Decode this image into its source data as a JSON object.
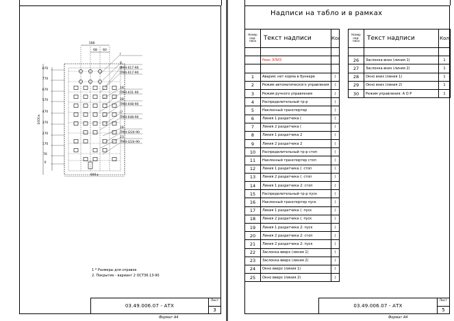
{
  "left_sheet": {
    "drawing": {
      "dim_top": [
        "168",
        "68",
        "60"
      ],
      "dim_left": [
        "670",
        "770",
        "670",
        "570",
        "470",
        "370",
        "270",
        "170",
        "76",
        "0"
      ],
      "dim_height": "1000±",
      "dim_width": "600±",
      "callouts": [
        {
          "mark": "I",
          "label": ""
        },
        {
          "mark": "8",
          "label": ""
        },
        {
          "mark": "9",
          "label": "ПМ4-II17-90"
        },
        {
          "mark": "",
          "label": "ПМ4-II17-90"
        },
        {
          "mark": "18",
          "label": ""
        },
        {
          "mark": "",
          "label": "ПМ4-II31-90"
        },
        {
          "mark": "28",
          "label": ""
        },
        {
          "mark": "",
          "label": "ПМ4-II48-90"
        },
        {
          "mark": "I7",
          "label": ""
        },
        {
          "mark": "",
          "label": "ПМ4-II48-90"
        },
        {
          "mark": "18",
          "label": ""
        },
        {
          "mark": "",
          "label": "ПМ4-I224-90"
        },
        {
          "mark": "23",
          "label": ""
        },
        {
          "mark": "",
          "label": "ПМ4-I224-90"
        }
      ]
    },
    "notes": [
      "1 * Размеры для справок",
      "2. Покрытие - вариант 2 ОСТ36.13-90"
    ],
    "title_block": {
      "code": "03.49.006.07 - АТХ",
      "sheet_label": "Лист",
      "sheet_num": "3"
    },
    "format": "Формат А4"
  },
  "right_sheet": {
    "title": "Надписи на табло и в рамках",
    "headers": {
      "num": "Номер над- писи",
      "text": "Текст надписи",
      "qty": "Кол"
    },
    "left_rows": [
      {
        "num": "",
        "text": "",
        "qty": "",
        "red": false
      },
      {
        "num": "",
        "text": "Рвен ЭЛИЗ",
        "qty": "",
        "red": true
      },
      {
        "num": "",
        "text": "",
        "qty": "",
        "red": false
      },
      {
        "num": "1",
        "text": "Авария: нет корма в бункере",
        "qty": "(",
        "red": false
      },
      {
        "num": "2",
        "text": "Режим автоматического управления",
        "qty": "(",
        "red": false
      },
      {
        "num": "3",
        "text": "Режим ручного управления",
        "qty": "(",
        "red": false
      },
      {
        "num": "4",
        "text": "Распределительный тр-р",
        "qty": "(",
        "red": false
      },
      {
        "num": "5",
        "text": "Наклонный транспортер",
        "qty": "(",
        "red": false
      },
      {
        "num": "6",
        "text": "Линия 1 раздатчика (",
        "qty": "(",
        "red": false
      },
      {
        "num": "7",
        "text": "Линия 2 раздатчика (",
        "qty": "(",
        "red": false
      },
      {
        "num": "8",
        "text": "Линия 1 раздатчика 2",
        "qty": "(",
        "red": false
      },
      {
        "num": "9",
        "text": "Линия 2 раздатчика 2",
        "qty": "(",
        "red": false
      },
      {
        "num": "10",
        "text": "Распределительный тр-р стоп",
        "qty": "(",
        "red": false
      },
      {
        "num": "11",
        "text": "Наклонный транспортер стоп",
        "qty": "(",
        "red": false
      },
      {
        "num": "12",
        "text": "Линия 1 раздатчика (: стоп",
        "qty": "(",
        "red": false
      },
      {
        "num": "13",
        "text": "Линия 2 раздатчика (: стоп",
        "qty": "(",
        "red": false
      },
      {
        "num": "14",
        "text": "Линия 1 раздатчика 2: стоп",
        "qty": "(",
        "red": false
      },
      {
        "num": "15",
        "text": "Распределительный тр-р пуск",
        "qty": "(",
        "red": false
      },
      {
        "num": "16",
        "text": "Наклонный транспортер пуск",
        "qty": "(",
        "red": false
      },
      {
        "num": "17",
        "text": "Линия 1 раздатчика (: пуск",
        "qty": "(",
        "red": false
      },
      {
        "num": "18",
        "text": "Линия 2 раздатчика (: пуск",
        "qty": "(",
        "red": false
      },
      {
        "num": "19",
        "text": "Линия 1 раздатчика 2: пуск",
        "qty": "(",
        "red": false
      },
      {
        "num": "20",
        "text": "Линия 2 раздатчика 2: стоп",
        "qty": "(",
        "red": false
      },
      {
        "num": "21",
        "text": "Линия 2 раздатчика 2: пуск",
        "qty": "(",
        "red": false
      },
      {
        "num": "22",
        "text": "Заслонка вверх (линия 1)",
        "qty": "(",
        "red": false
      },
      {
        "num": "23",
        "text": "Заслонка вверх (линия 2)",
        "qty": "(",
        "red": false
      },
      {
        "num": "24",
        "text": "Окно вверх (линия 1)",
        "qty": "(",
        "red": false
      },
      {
        "num": "25",
        "text": "Окно вверх (линия 2)",
        "qty": "(",
        "red": false
      }
    ],
    "right_rows": [
      {
        "num": "",
        "text": "",
        "qty": ""
      },
      {
        "num": "26",
        "text": "Заслонка вниз (линия 1)",
        "qty": "1"
      },
      {
        "num": "27",
        "text": "Заслонка вниз (линия 2)",
        "qty": "1"
      },
      {
        "num": "28",
        "text": "Окно вниз (линия 1)",
        "qty": "1"
      },
      {
        "num": "29",
        "text": "Окно вниз (линия 2)",
        "qty": "1"
      },
      {
        "num": "30",
        "text": "Режим управления: А О Р",
        "qty": "1"
      }
    ],
    "title_block": {
      "code": "03.49.006.07 - АТХ",
      "sheet_label": "Лист",
      "sheet_num": "5"
    },
    "format": "Формат А4"
  }
}
